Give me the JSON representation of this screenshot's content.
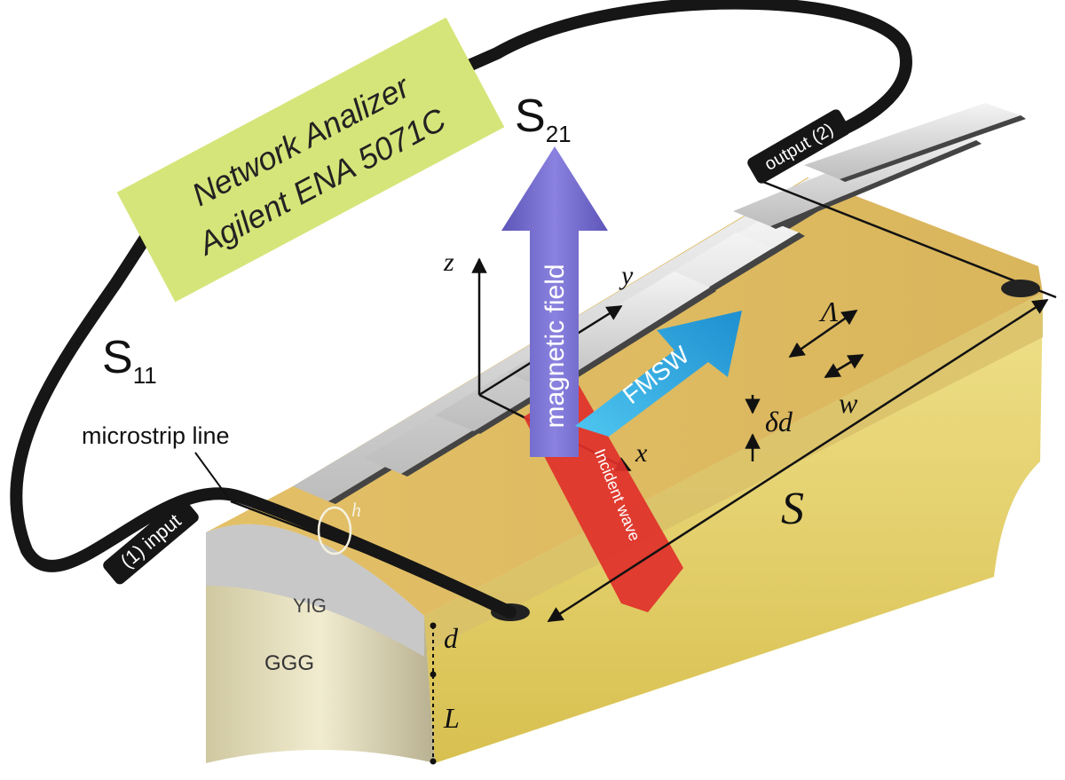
{
  "analyzer": {
    "line1": "Network Analizer",
    "line2": "Agilent ENA 5071C"
  },
  "ports": {
    "s21": "S",
    "s21_sub": "21",
    "s11": "S",
    "s11_sub": "11",
    "input": "(1) input",
    "output": "output (2)"
  },
  "labels": {
    "microstrip": "microstrip line",
    "magnetic_field": "magnetic field",
    "fmsw": "FMSW",
    "incident_wave": "Incident wave",
    "yig": "YIG",
    "ggg": "GGG"
  },
  "axes": {
    "x": "x",
    "y": "y",
    "z": "z"
  },
  "dimensions": {
    "lambda": "Λ",
    "w": "w",
    "delta_d": "δd",
    "s": "S",
    "d": "d",
    "l": "L",
    "h": "h"
  },
  "colors": {
    "analyzer_box": "#d6e57a",
    "gold": "#e6c56a",
    "silver": "#d8d8d8",
    "cable": "#161616",
    "field_arrow": "#6d63c4",
    "fmsw_arrow": "#3fb2e6",
    "incident_arrow": "#e0302a"
  }
}
